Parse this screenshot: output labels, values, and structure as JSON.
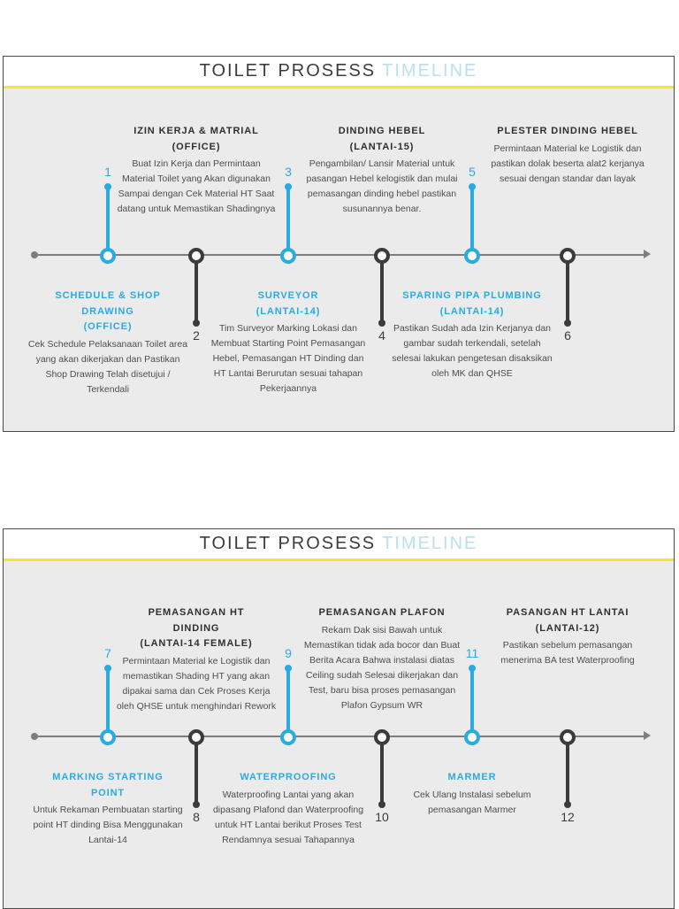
{
  "colors": {
    "accent_blue": "#29ABE2",
    "dark": "#3B3B3B",
    "title_accent_blue": "#B7E1F3",
    "divider_yellow": "#F3EC25",
    "panel_background": "#EBEBEB",
    "timeline_gray": "#7D7D7D"
  },
  "panels": [
    {
      "title": {
        "main": "TOILET PROSESS",
        "accent": "TIMELINE"
      },
      "milestones": [
        {
          "number": "1",
          "heading": [
            "SCHEDULE & SHOP",
            "DRAWING",
            "(OFFICE)"
          ],
          "body": "Cek Schedule Pelaksanaan Toilet area yang akan dikerjakan dan Pastikan Shop Drawing Telah disetujui / Terkendali"
        },
        {
          "number": "2",
          "heading": [
            "IZIN KERJA & MATRIAL",
            "(OFFICE)"
          ],
          "body": "Buat Izin Kerja dan Permintaan Material Toilet yang Akan digunakan Sampai dengan Cek Material HT Saat datang untuk Memastikan Shadingnya"
        },
        {
          "number": "3",
          "heading": [
            "SURVEYOR",
            "(LANTAI-14)"
          ],
          "body": "Tim Surveyor Marking Lokasi dan Membuat Starting Point Pemasangan Hebel, Pemasangan HT Dinding dan HT Lantai Berurutan sesuai tahapan Pekerjaannya"
        },
        {
          "number": "4",
          "heading": [
            "DINDING HEBEL",
            "(LANTAI-15)"
          ],
          "body": "Pengambilan/ Lansir Material untuk pasangan Hebel kelogistik dan mulai pemasangan dinding hebel pastikan susunannya benar."
        },
        {
          "number": "5",
          "heading": [
            "SPARING PIPA PLUMBING",
            "(LANTAI-14)"
          ],
          "body": "Pastikan Sudah ada Izin Kerjanya dan gambar sudah terkendali, setelah selesai lakukan pengetesan disaksikan oleh MK dan QHSE"
        },
        {
          "number": "6",
          "heading": [
            "PLESTER DINDING HEBEL"
          ],
          "body": "Permintaan Material ke Logistik dan pastikan dolak beserta alat2 kerjanya sesuai dengan standar dan layak"
        }
      ]
    },
    {
      "title": {
        "main": "TOILET PROSESS",
        "accent": "TIMELINE"
      },
      "milestones": [
        {
          "number": "7",
          "heading": [
            "MARKING STARTING",
            "POINT"
          ],
          "body": "Untuk Rekaman Pembuatan starting point HT dinding Bisa Menggunakan Lantai-14"
        },
        {
          "number": "8",
          "heading": [
            "PEMASANGAN HT",
            "DINDING",
            "(LANTAI-14 FEMALE)"
          ],
          "body": "Permintaan Material ke Logistik dan memastikan Shading HT yang akan dipakai sama dan Cek Proses Kerja oleh QHSE untuk menghindari Rework"
        },
        {
          "number": "9",
          "heading": [
            "WATERPROOFING"
          ],
          "body": "Waterproofing Lantai yang akan dipasang Plafond dan Waterproofing untuk HT Lantai berikut Proses Test Rendamnya sesuai Tahapannya"
        },
        {
          "number": "10",
          "heading": [
            "PEMASANGAN PLAFON"
          ],
          "body": "Rekam Dak sisi Bawah untuk Memastikan tidak ada bocor dan Buat Berita Acara Bahwa instalasi diatas Ceiling sudah Selesai dikerjakan dan Test, baru bisa proses pemasangan Plafon Gypsum WR"
        },
        {
          "number": "11",
          "heading": [
            "MARMER"
          ],
          "body": "Cek Ulang Instalasi sebelum pemasangan Marmer"
        },
        {
          "number": "12",
          "heading": [
            "PASANGAN HT LANTAI",
            "(LANTAI-12)"
          ],
          "body": "Pastikan sebelum pemasangan menerima BA test Waterproofing"
        }
      ]
    }
  ]
}
